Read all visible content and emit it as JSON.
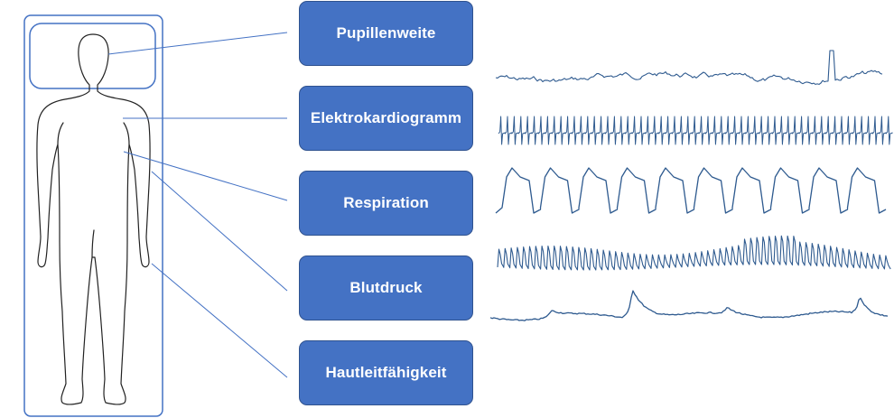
{
  "colors": {
    "box_fill": "#4472c4",
    "box_border": "#2f528f",
    "box_text": "#ffffff",
    "connector_line": "#4472c4",
    "body_outline": "#222222",
    "frame": "#4472c4",
    "signal": "#2e5a8f"
  },
  "measurements": [
    {
      "label": "Pupillenweite",
      "signal": "pupil-diameter-trace"
    },
    {
      "label": "Elektrokardiogramm",
      "signal": "ecg-trace"
    },
    {
      "label": "Respiration",
      "signal": "respiration-trace"
    },
    {
      "label": "Blutdruck",
      "signal": "blood-pressure-trace"
    },
    {
      "label": "Hautleitfähigkeit",
      "signal": "skin-conductance-trace"
    }
  ]
}
